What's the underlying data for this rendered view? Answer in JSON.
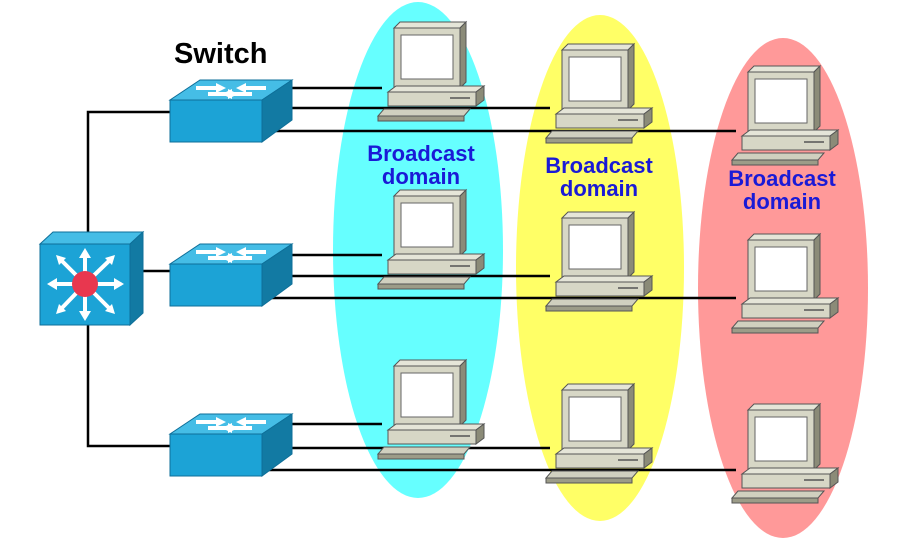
{
  "switch_label": "Switch",
  "domains": [
    {
      "line1": "Broadcast",
      "line2": "domain",
      "color": "#66ffff"
    },
    {
      "line1": "Broadcast",
      "line2": "domain",
      "color": "#ffff66"
    },
    {
      "line1": "Broadcast",
      "line2": "domain",
      "color": "#ff9999"
    }
  ],
  "colors": {
    "switch_face": "#1ca3d6",
    "switch_dark": "#127aa3",
    "switch_top": "#45bde6",
    "router_center": "#e8374f",
    "computer_body": "#d7d7c6",
    "computer_dark": "#8b8b78",
    "link": "#000000",
    "label_blue": "#1a1ad6"
  },
  "icons": [
    "multilayer-switch-icon",
    "switch-icon",
    "computer-icon"
  ]
}
